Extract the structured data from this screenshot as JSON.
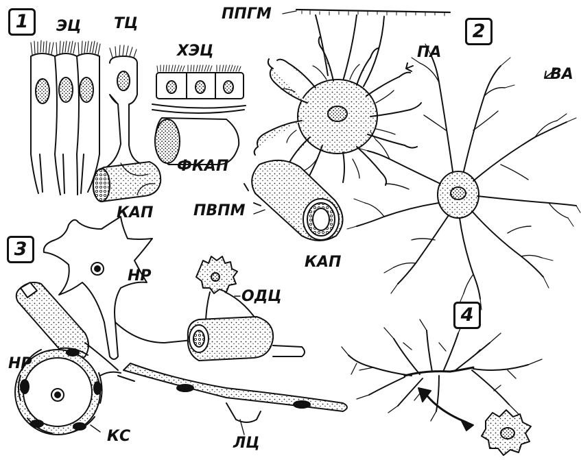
{
  "panels": [
    {
      "number": "1"
    },
    {
      "number": "2"
    },
    {
      "number": "3"
    },
    {
      "number": "4"
    }
  ],
  "labels": {
    "ec": "ЭЦ",
    "tc": "ТЦ",
    "hec": "ХЭЦ",
    "fkap": "ФКАП",
    "kap1": "КАП",
    "ppgm": "ППГМ",
    "pa": "ПА",
    "va": "ВА",
    "pvpm": "ПВПМ",
    "kap2": "КАП",
    "nr_top": "НР",
    "odc": "ОДЦ",
    "nr_bottom": "НР",
    "ks": "КС",
    "lc": "ЛЦ"
  }
}
